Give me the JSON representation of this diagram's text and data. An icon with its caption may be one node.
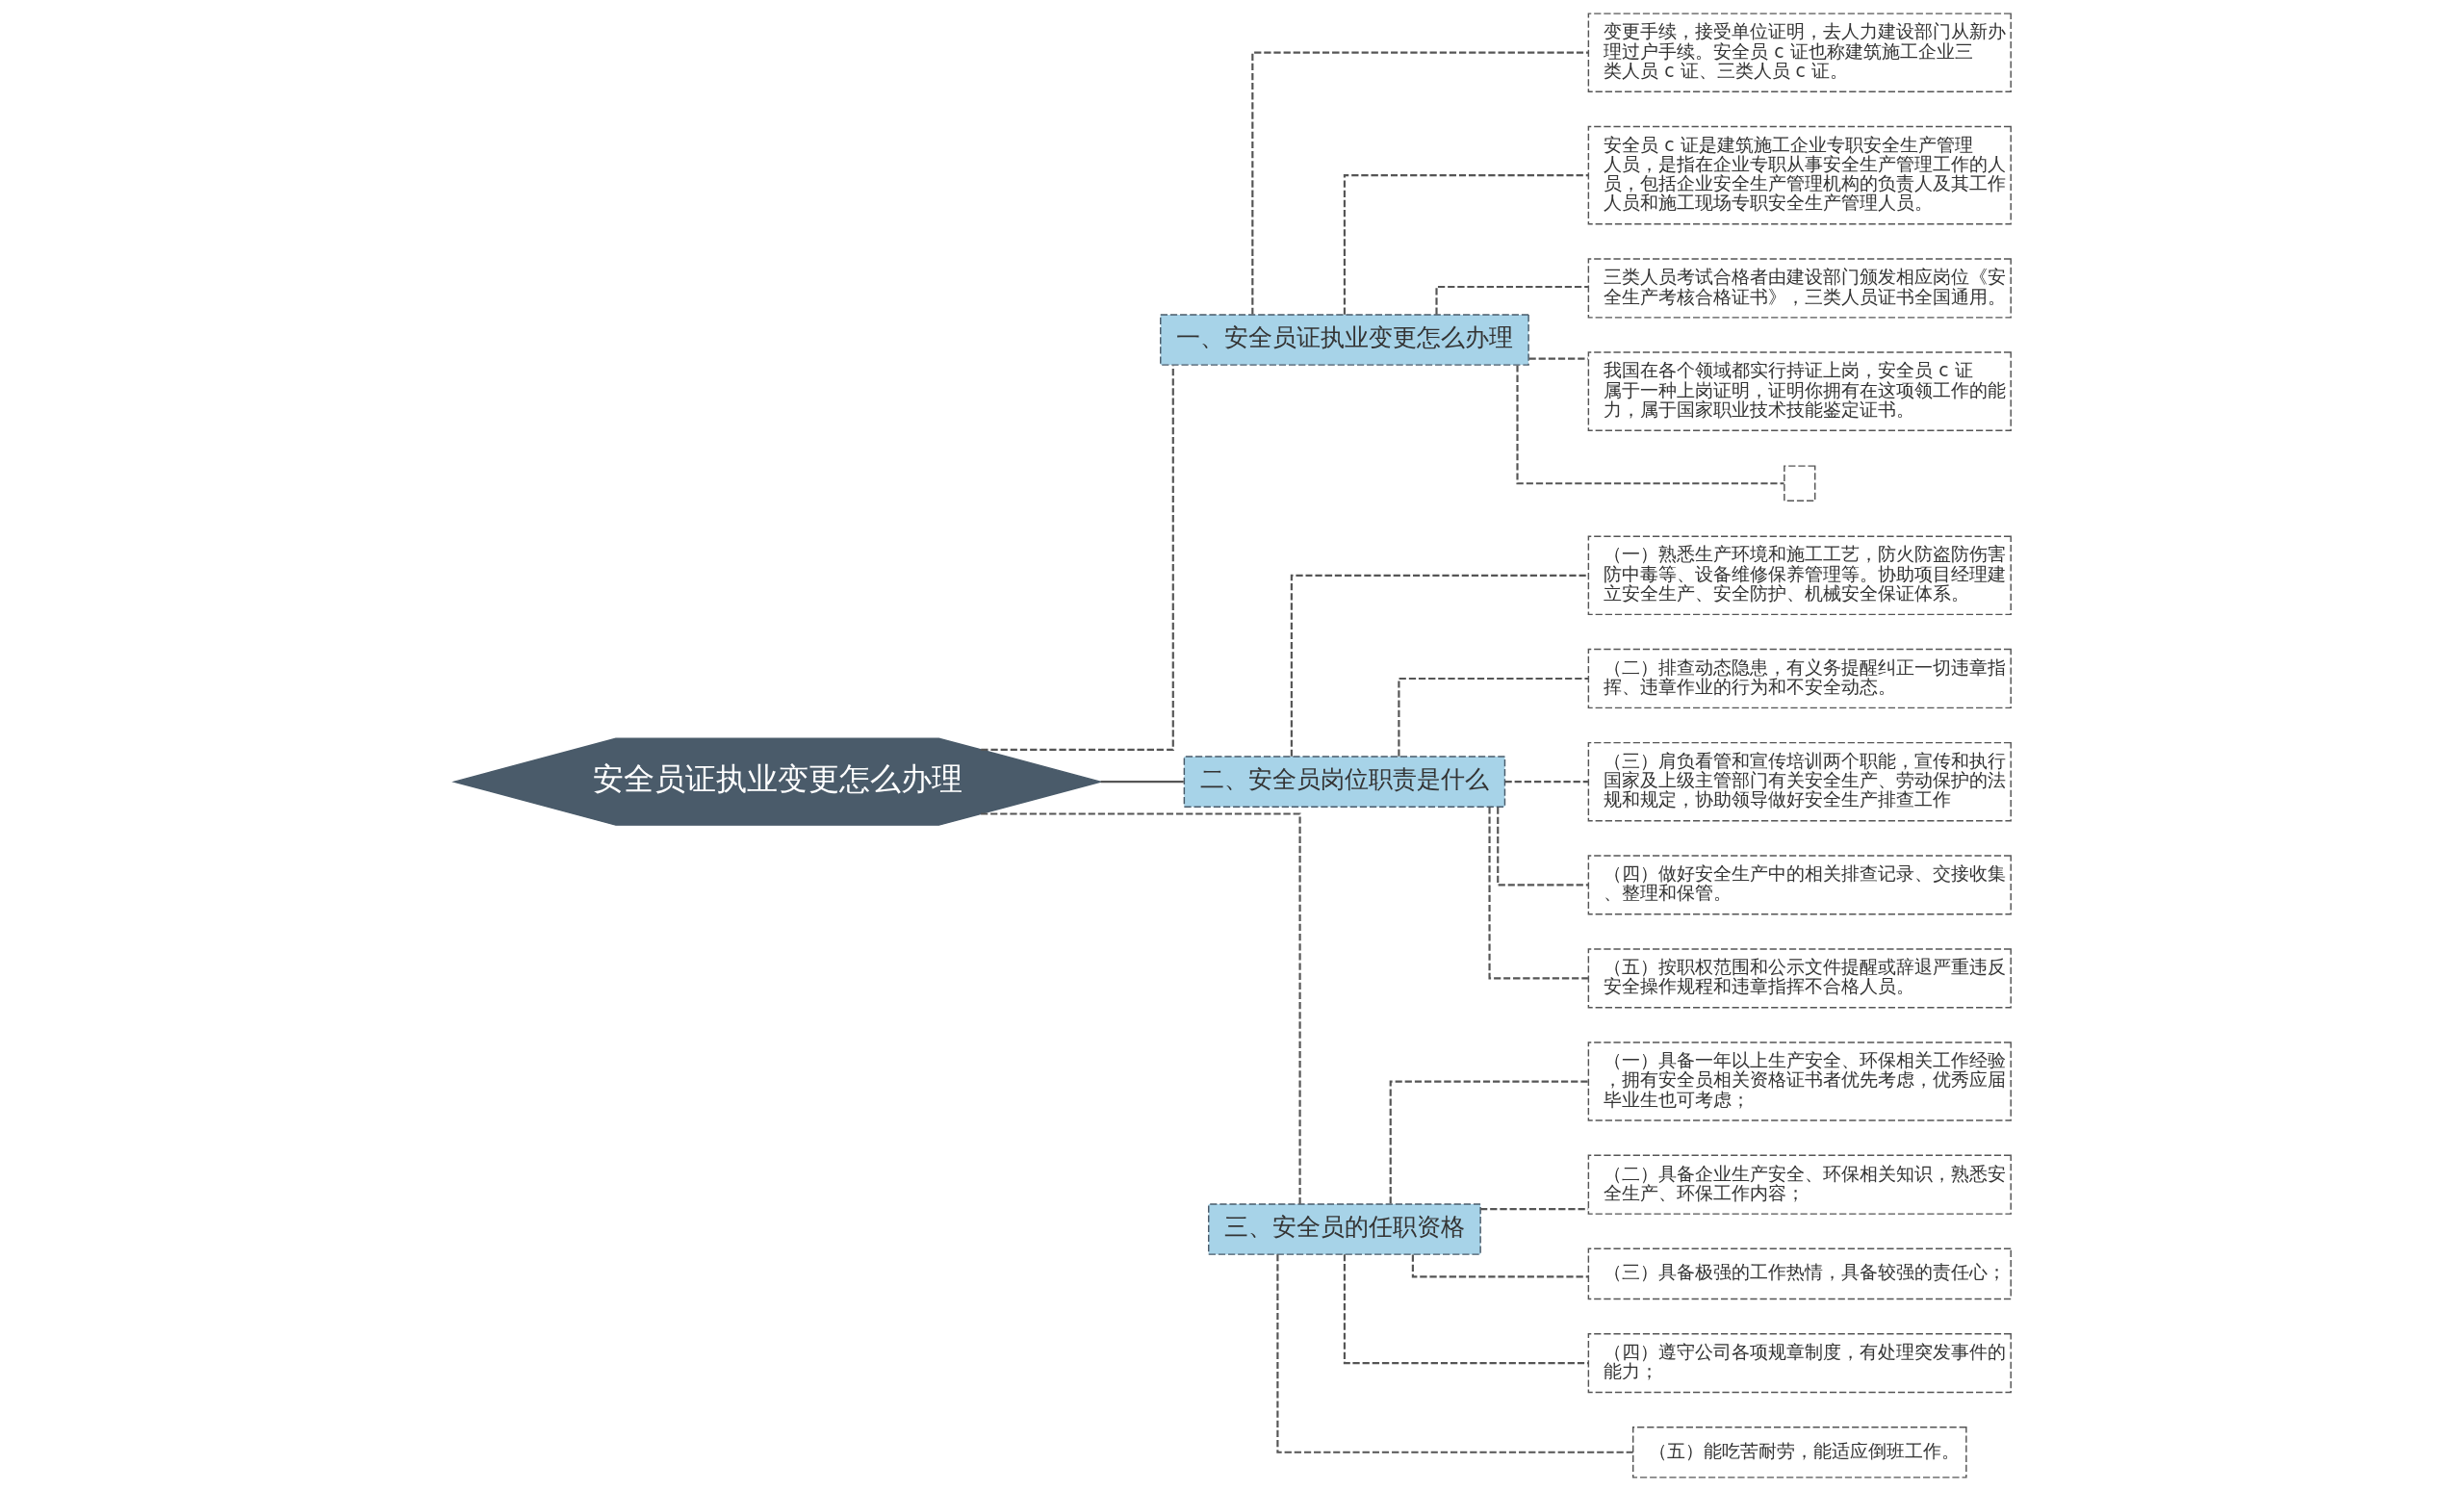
{
  "diagram": {
    "nodes": [
      {
        "text": [
          "安全员证执业变更怎么办理"
        ]
      },
      {
        "text": [
          "一、安全员证执业变更怎么办理"
        ]
      },
      {
        "text": [
          "变更手续，接受单位证明，去人力建设部门从新办理过户手续。安全员 c 证也称建筑施工企业三类人员 c 证、三类人员 c 证。"
        ]
      },
      {
        "text": [
          "安全员 c 证是建筑施工企业专职安全生产管理人员，是指在企业专职从事安全生产管理工作的人员，包括企业安全生产管理机构的负责人及其工作人员和施工现场专职安全生产管理人员。"
        ]
      },
      {
        "text": [
          "三类人员考试合格者由建设部门颁发相应岗位《安全生产考核合格证书》，三类人员证书全国通用。"
        ]
      },
      {
        "text": [
          "我国在各个领域都实行持证上岗，安全员 c 证属于一种上岗证明，证明你拥有在这项领工作的能力，属于国家职业技术技能鉴定证书。"
        ]
      },
      {
        "text": [],
        "shape": "box"
      },
      {
        "text": [
          "二、安全员岗位职责是什么"
        ]
      },
      {
        "text": [
          "（一）熟悉生产环境和施工工艺，防火防盗防伤害防中毒等、设备维修保养管理等。协助项目经理建立安全生产、安全防护、机械安全保证体系。"
        ]
      },
      {
        "text": [
          "（二）排查动态隐患，有义务提醒纠正一切违章指挥、违章作业的行为和不安全动态。"
        ]
      },
      {
        "text": [
          "（三）肩负看管和宣传培训两个职能，宣传和执行国家及上级主管部门有关安全生产、劳动保护的法规和规定，协助领导做好安全生产排查工作"
        ]
      },
      {
        "text": [
          "（四）做好安全生产中的相关排查记录、交接收集、整理和保管。"
        ]
      },
      {
        "text": [
          "（五）按职权范围和公示文件提醒或辞退严重违反安全操作规程和违章指挥不合格人员。"
        ]
      },
      {
        "text": [
          "三、安全员的任职资格"
        ]
      },
      {
        "text": [
          "（一）具备一年以上生产安全、环保相关工作经验，拥有安全员相关资格证书者优先考虑，优秀应届毕业生也可考虑；"
        ]
      },
      {
        "text": [
          "（二）具备企业生产安全、环保相关知识，熟悉安全生产、环保工作内容；"
        ]
      },
      {
        "text": [
          "（三）具备极强的工作热情，具备较强的责任心；"
        ]
      },
      {
        "text": [
          "（四）遵守公司各项规章制度，有处理突发事件的能力；"
        ]
      },
      {
        "text": [
          "（五）能吃苦耐劳，能适应倒班工作。"
        ]
      }
    ],
    "edges": [
      {
        "from": 0,
        "to": 1,
        "arrow": "none",
        "style": "dashed"
      },
      {
        "from": 1,
        "to": 2,
        "arrow": "none",
        "style": "dashed"
      },
      {
        "from": 1,
        "to": 3,
        "arrow": "none",
        "style": "dashed"
      },
      {
        "from": 1,
        "to": 4,
        "arrow": "none",
        "style": "dashed"
      },
      {
        "from": 1,
        "to": 5,
        "arrow": "none",
        "style": "dashed"
      },
      {
        "from": 1,
        "to": 6,
        "arrow": "none",
        "style": "dashed"
      },
      {
        "from": 0,
        "to": 7,
        "arrow": "none"
      },
      {
        "from": 7,
        "to": 8,
        "arrow": "none",
        "style": "dashed"
      },
      {
        "from": 7,
        "to": 9,
        "arrow": "none",
        "style": "dashed"
      },
      {
        "from": 7,
        "to": 10,
        "arrow": "none",
        "style": "dashed"
      },
      {
        "from": 7,
        "to": 11,
        "arrow": "none",
        "style": "dashed"
      },
      {
        "from": 7,
        "to": 12,
        "arrow": "none",
        "style": "dashed"
      },
      {
        "from": 0,
        "to": 13,
        "arrow": "none",
        "style": "dashed"
      },
      {
        "from": 13,
        "to": 14,
        "arrow": "none",
        "style": "dashed"
      },
      {
        "from": 13,
        "to": 15,
        "arrow": "none",
        "style": "dashed"
      },
      {
        "from": 13,
        "to": 16,
        "arrow": "none",
        "style": "dashed"
      },
      {
        "from": 13,
        "to": 17,
        "arrow": "none",
        "style": "dashed"
      },
      {
        "from": 13,
        "to": 18,
        "arrow": "none",
        "style": "dashed"
      }
    ]
  }
}
